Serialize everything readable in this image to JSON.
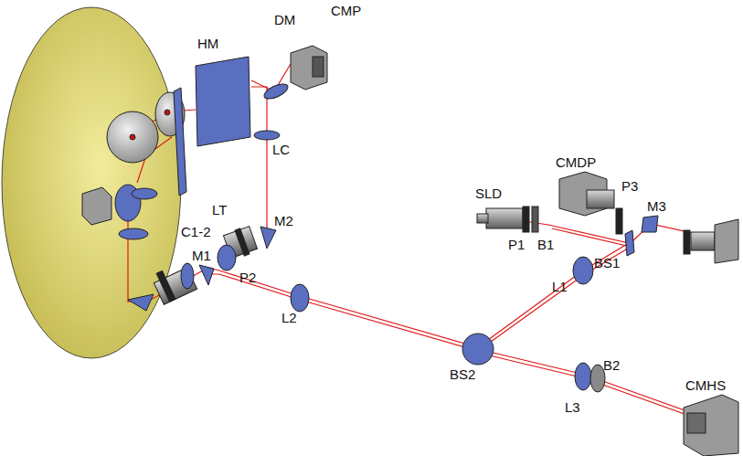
{
  "diagram": {
    "labels": [
      "HM",
      "DM",
      "CMP",
      "LC",
      "LT",
      "C1-2",
      "M1",
      "M2",
      "P2",
      "L2",
      "SLD",
      "CMDP",
      "P3",
      "M3",
      "P1",
      "B1",
      "BS1",
      "L1",
      "BS2",
      "L3",
      "B2",
      "CMHS"
    ]
  }
}
